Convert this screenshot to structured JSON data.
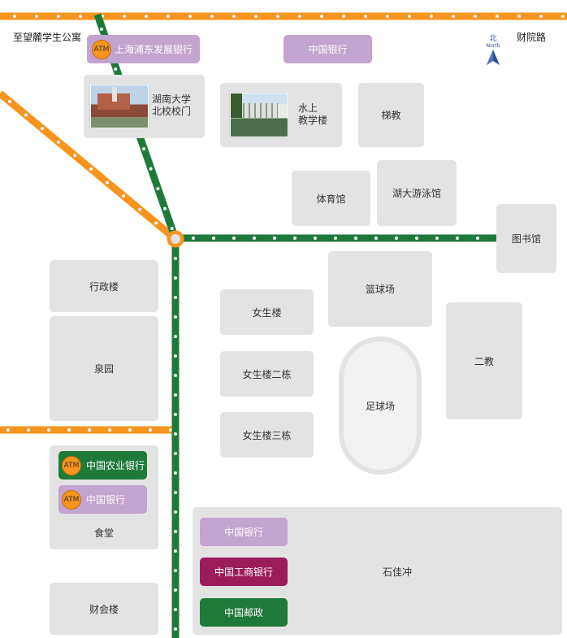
{
  "labels": {
    "top_left": "至望麓学生公寓",
    "top_right": "财院路",
    "compass_cn": "北",
    "compass_en": "North"
  },
  "buildings": {
    "north_gate_l1": "湖南大学",
    "north_gate_l2": "北校校门",
    "water_l1": "水上",
    "water_l2": "教学楼",
    "tijiao": "梯教",
    "gym": "体育馆",
    "pool": "湖大游泳馆",
    "library": "图书馆",
    "admin": "行政楼",
    "quanyuan": "泉园",
    "basketball": "篮球场",
    "girls1": "女生楼",
    "girls2": "女生楼二栋",
    "girls3": "女生楼三栋",
    "football": "足球场",
    "erjiao": "二教",
    "canteen": "食堂",
    "caihui": "财会楼",
    "shijiachong": "石佳冲"
  },
  "banks": {
    "spdb": "上海浦东发展银行",
    "boc_top": "中国银行",
    "abc": "中国农业银行",
    "boc_canteen": "中国银行",
    "boc_sjc": "中国银行",
    "icbc": "中国工商银行",
    "post": "中国邮政"
  },
  "atm_label": "ATM",
  "colors": {
    "orange_route": "#f7941d",
    "green_route": "#1f7a3a",
    "boc_purple": "#c3a3cf",
    "icbc_maroon": "#9b1c5a",
    "post_green": "#1f7a3a",
    "abc_green": "#1f7a3a",
    "block_gray": "#e3e3e3"
  },
  "icons": {
    "compass": "north-arrow-icon",
    "atm": "atm-badge-icon",
    "junction": "junction-node-icon"
  }
}
